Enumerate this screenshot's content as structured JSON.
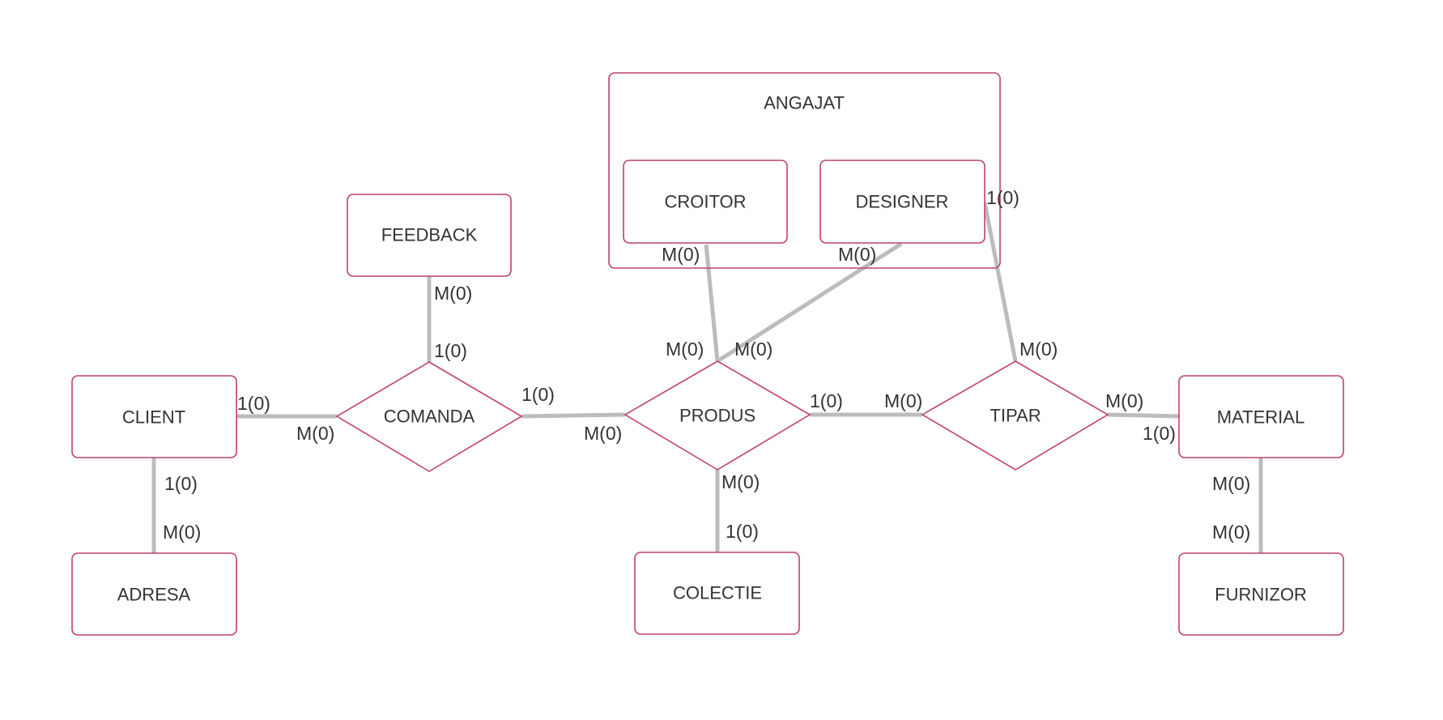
{
  "colors": {
    "border": "#c0406a",
    "line": "#bcbcbc",
    "text": "#333333",
    "background": "#ffffff"
  },
  "entities": {
    "angajat": "ANGAJAT",
    "croitor": "CROITOR",
    "designer": "DESIGNER",
    "feedback": "FEEDBACK",
    "client": "CLIENT",
    "adresa": "ADRESA",
    "colectie": "COLECTIE",
    "material": "MATERIAL",
    "furnizor": "FURNIZOR"
  },
  "relationships": {
    "comanda": "COMANDA",
    "produs": "PRODUS",
    "tipar": "TIPAR"
  },
  "cardinalities": {
    "feedback_comanda_top": "M(0)",
    "feedback_comanda_bottom": "1(0)",
    "client_comanda_left": "1(0)",
    "client_comanda_right": "M(0)",
    "client_adresa_top": "1(0)",
    "client_adresa_bottom": "M(0)",
    "comanda_produs_left": "1(0)",
    "comanda_produs_right": "M(0)",
    "croitor_produs_top": "M(0)",
    "croitor_produs_bottom": "M(0)",
    "designer_produs_top": "M(0)",
    "designer_produs_bottom": "M(0)",
    "designer_tipar_top": "1(0)",
    "designer_tipar_bottom": "M(0)",
    "produs_tipar_left": "1(0)",
    "produs_tipar_right": "M(0)",
    "produs_colectie_top": "M(0)",
    "produs_colectie_bottom": "1(0)",
    "tipar_material_left": "M(0)",
    "tipar_material_right": "1(0)",
    "material_furnizor_top": "M(0)",
    "material_furnizor_bottom": "M(0)"
  }
}
